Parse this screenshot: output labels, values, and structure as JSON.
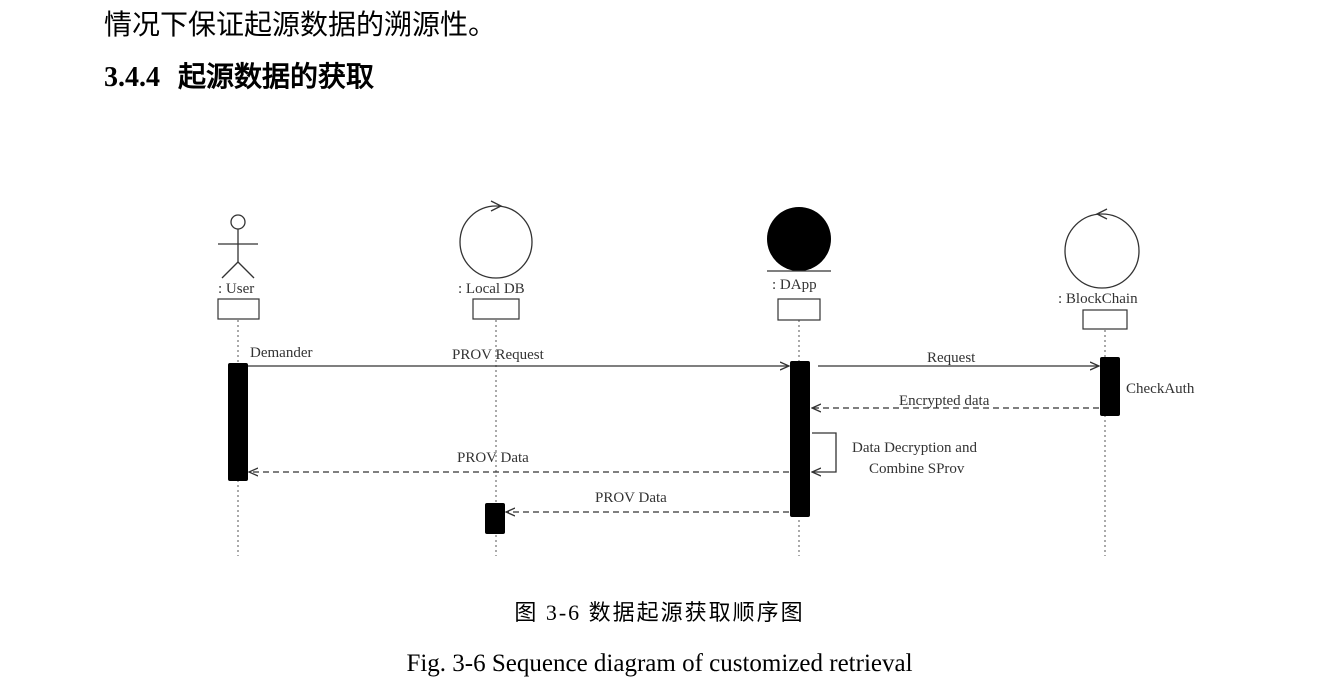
{
  "text": {
    "intro": "情况下保证起源数据的溯源性。",
    "section_number": "3.4.4",
    "section_title": "起源数据的获取"
  },
  "diagram": {
    "participants": {
      "user": ":  User",
      "local_db": ":  Local DB",
      "dapp": ":  DApp",
      "blockchain": ":  BlockChain"
    },
    "messages": {
      "demander": "Demander",
      "prov_request": "PROV Request",
      "request": "Request",
      "check_auth": "CheckAuth",
      "encrypted_data": "Encrypted data",
      "decrypt_line1": "Data  Decryption and",
      "decrypt_line2": "Combine SProv",
      "prov_data_user": "PROV Data",
      "prov_data_db": "PROV Data"
    }
  },
  "caption": {
    "cn": "图 3-6  数据起源获取顺序图",
    "en": "Fig. 3-6 Sequence diagram of customized retrieval"
  }
}
